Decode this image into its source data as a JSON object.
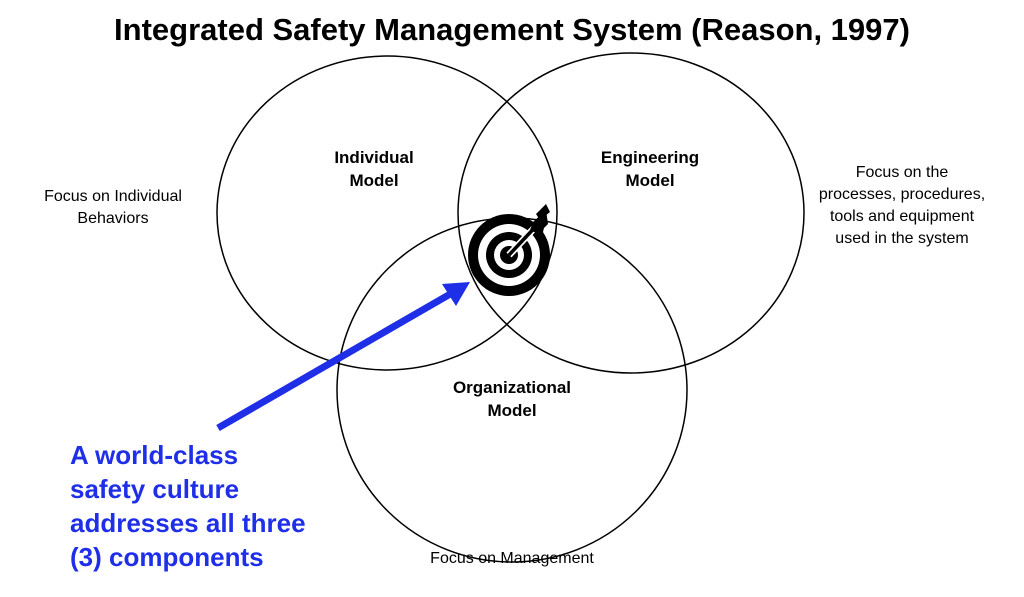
{
  "title": "Integrated Safety Management System (Reason, 1997)",
  "circles": {
    "individual": {
      "line1": "Individual",
      "line2": "Model"
    },
    "engineering": {
      "line1": "Engineering",
      "line2": "Model"
    },
    "organizational": {
      "line1": "Organizational",
      "line2": "Model"
    }
  },
  "focus": {
    "individual": {
      "line1": "Focus on Individual",
      "line2": "Behaviors"
    },
    "engineering": {
      "line1": "Focus on the",
      "line2": "processes, procedures,",
      "line3": "tools and equipment",
      "line4": "used in the system"
    },
    "management": {
      "line1": "Focus on Management"
    }
  },
  "callout": {
    "line1": "A world-class",
    "line2": "safety culture",
    "line3": "addresses all three",
    "line4": "(3) components"
  },
  "colors": {
    "callout": "#1f2fe8",
    "arrow": "#1f2fe8",
    "outline": "#000000"
  },
  "icons": {
    "center": "target-icon"
  }
}
